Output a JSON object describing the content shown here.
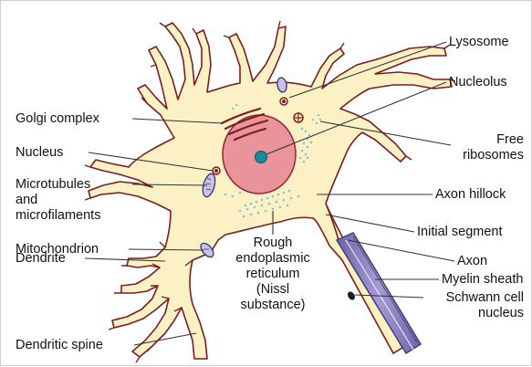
{
  "labels": {
    "lysosome": "Lysosome",
    "nucleolus": "Nucleolus",
    "golgi_complex": "Golgi complex",
    "nucleus": "Nucleus",
    "free_ribosomes_1": "Free",
    "free_ribosomes_2": "ribosomes",
    "microtubules_1": "Microtubules",
    "microtubules_2": "and",
    "microtubules_3": "microfilaments",
    "axon_hillock": "Axon hillock",
    "initial_segment": "Initial segment",
    "mitochondrion": "Mitochondrion",
    "rer_1": "Rough",
    "rer_2": "endoplasmic",
    "rer_3": "reticulum",
    "rer_4": "(Nissl",
    "rer_5": "substance)",
    "axon": "Axon",
    "myelin_sheath": "Myelin sheath",
    "dendrite": "Dendrite",
    "schwann_1": "Schwann cell",
    "schwann_2": "nucleus",
    "dendritic_spine": "Dendritic spine"
  },
  "colors": {
    "cytoplasm": "#fbf1c4",
    "membrane": "#7a1e1e",
    "nucleus": "#e8949a",
    "nucleolus": "#1a8a9a",
    "myelin": "#8a7fc0",
    "nissl": "#8fc0d6",
    "leader_line": "#333333"
  }
}
